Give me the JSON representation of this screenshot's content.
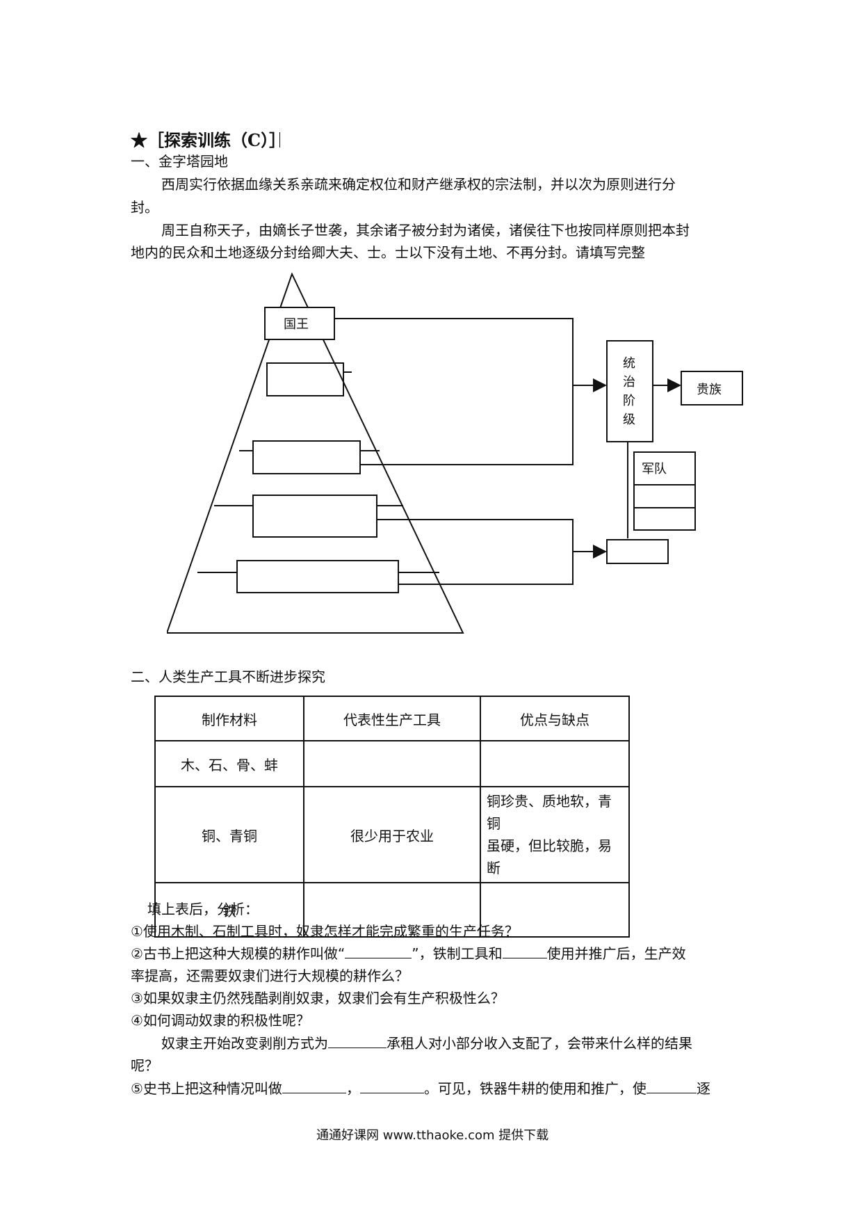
{
  "section_title": "★［探索训练（C）］",
  "part1": {
    "title": "一、金字塔园地",
    "para1_line1": "西周实行依据血缘关系亲疏来确定权位和财产继承权的宗法制，并以次为原则进行分",
    "para1_line2": "封。",
    "para2_line1": "周王自称天子，由嫡长子世袭，其余诸子被分封为诸侯，诸侯往下也按同样原则把本封",
    "para2_line2": "地内的民众和土地逐级分封给卿大夫、士。士以下没有土地、不再分封。请填写完整"
  },
  "diagram": {
    "top_box": "国王",
    "ruling_class": [
      "统",
      "治",
      "阶",
      "级"
    ],
    "noble": "贵族",
    "army": "军队"
  },
  "part2": {
    "title": "二、人类生产工具不断进步探究",
    "headers": [
      "制作材料",
      "代表性生产工具",
      "优点与缺点"
    ],
    "rows": [
      {
        "material": "木、石、骨、蚌",
        "tool": "",
        "pros_cons_1": "",
        "pros_cons_2": ""
      },
      {
        "material": "铜、青铜",
        "tool": "很少用于农业",
        "pros_cons_1": "铜珍贵、质地软，青铜",
        "pros_cons_2": "虽硬，但比较脆，易断"
      },
      {
        "material": "铁",
        "tool": "",
        "pros_cons_1": "",
        "pros_cons_2": ""
      }
    ],
    "after_table": "填上表后，分析：",
    "q1": "①使用木制、石制工具时，奴隶怎样才能完成繁重的生产任务？",
    "q2_a": "②古书上把这种大规模的耕作叫做“",
    "q2_b": "”，铁制工具和",
    "q2_c": "使用并推广后，生产效",
    "q2_line2": "率提高，还需要奴隶们进行大规模的耕作么？",
    "q3": "③如果奴隶主仍然残酷剥削奴隶，奴隶们会有生产积极性么？",
    "q4": "④如何调动奴隶的积极性呢？",
    "q4_a": "奴隶主开始改变剥削方式为",
    "q4_b": "承租人对小部分收入支配了，会带来什么样的结果",
    "q4_line2": "呢？",
    "q5_a": "⑤史书上把这种情况叫做",
    "q5_b": "，",
    "q5_c": "。可见，铁器牛耕的使用和推广，使",
    "q5_d": "逐"
  },
  "footer": "通通好课网  www.tthaoke.com  提供下载"
}
